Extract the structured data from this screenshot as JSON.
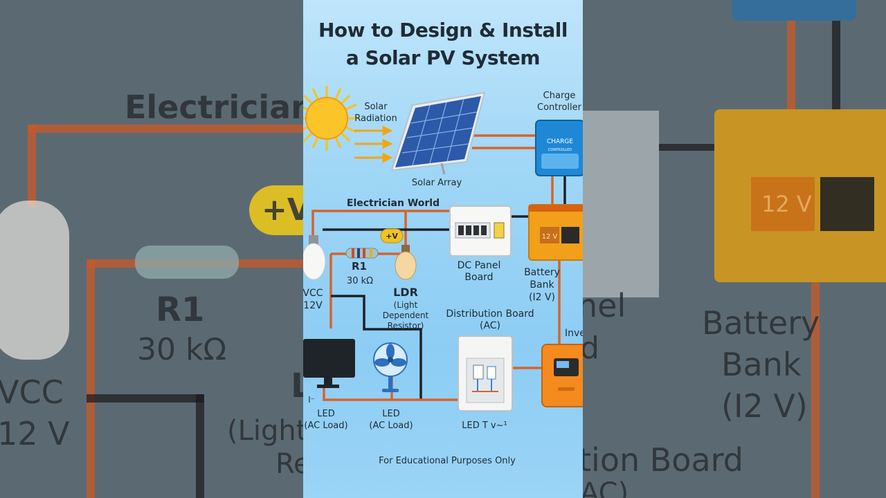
{
  "background": {
    "left": {
      "electrician": "Electrician",
      "plus_v": "+V",
      "r1": "R1",
      "r1_value": "30 kΩ",
      "vcc": "VCC",
      "vcc_value": "12 V",
      "light": "(Light",
      "re": "Re",
      "l_fragment": "L"
    },
    "right": {
      "battery": "Battery",
      "bank": "Bank",
      "bank_voltage": "(I2 V)",
      "nel": "nel",
      "d": "d",
      "tion_board": "tion Board",
      "battery_label": "12 V",
      "ac": "AC)"
    }
  },
  "diagram": {
    "title_line1": "How to Design & Install",
    "title_line2": "a Solar PV System",
    "solar_radiation": "Solar\nRadiation",
    "solar_array": "Solar Array",
    "charge_controller": "Charge\nController",
    "charge_controller_device": "CHARGE",
    "charge_controller_sub": "CONTROLLED",
    "electrician_world": "Electrician World",
    "plus_v": "+V",
    "r1": "R1",
    "r1_value": "30 kΩ",
    "ldr": "LDR",
    "ldr_desc": "(Light Dependent\nResistor)",
    "vcc": "VCC",
    "vcc_value": "12V",
    "dc_panel_board": "DC Panel\nBoard",
    "battery_bank": "Battery\nBank\n(I2 V)",
    "battery_voltage": "12 V",
    "distribution_board": "Distribution Board\n(AC)",
    "inverter": "Inve",
    "led_ac_load_1": "LED\n(AC Load)",
    "led_ac_load_2": "LED\n(AC Load)",
    "led_tv": "LED T v~¹",
    "i_mark": "I⁻",
    "footer": "For Educational Purposes Only"
  },
  "colors": {
    "wire_orange": "#d8632c",
    "wire_dark": "#1c2227",
    "panel_blue": "#2c5aa8",
    "battery_orange": "#f2a019",
    "controller_blue": "#1e88d6",
    "sun_yellow": "#f8c21a"
  }
}
